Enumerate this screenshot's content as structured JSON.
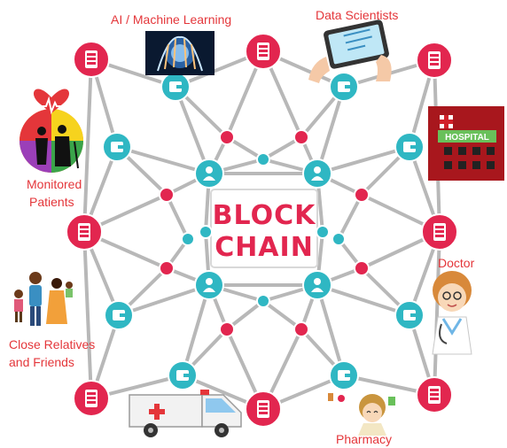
{
  "center": {
    "line1": "BLOCK",
    "line2": "CHAIN"
  },
  "labels": {
    "ai": "AI / Machine Learning",
    "data_scientists": "Data Scientists",
    "monitored": "Monitored",
    "patients": "Patients",
    "doctor": "Doctor",
    "relatives": "Close Relatives",
    "friends": "and Friends",
    "pharmacy": "Pharmacy",
    "hospital_sign": "HOSPITAL"
  },
  "colors": {
    "text_red": "#e4363a",
    "server_node": "#e2264f",
    "wallet_node": "#2fb7c3",
    "dot_red": "#e2264f",
    "dot_teal": "#2fb7c3",
    "edge": "#b8b8b8",
    "center_border": "#d8d8d8",
    "hospital_bg": "#a8171d",
    "hospital_sign": "#69c05a"
  },
  "icons": {
    "server": "server-icon",
    "wallet": "wallet-icon",
    "user": "user-icon",
    "hospital": "hospital-building-icon",
    "ambulance": "ambulance-icon",
    "doctor": "doctor-icon",
    "pharmacist": "pharmacist-icon",
    "family": "family-icon",
    "elderly": "elderly-couple-icon",
    "tablet": "tablet-hand-icon",
    "ai": "ai-brain-hand-icon"
  }
}
